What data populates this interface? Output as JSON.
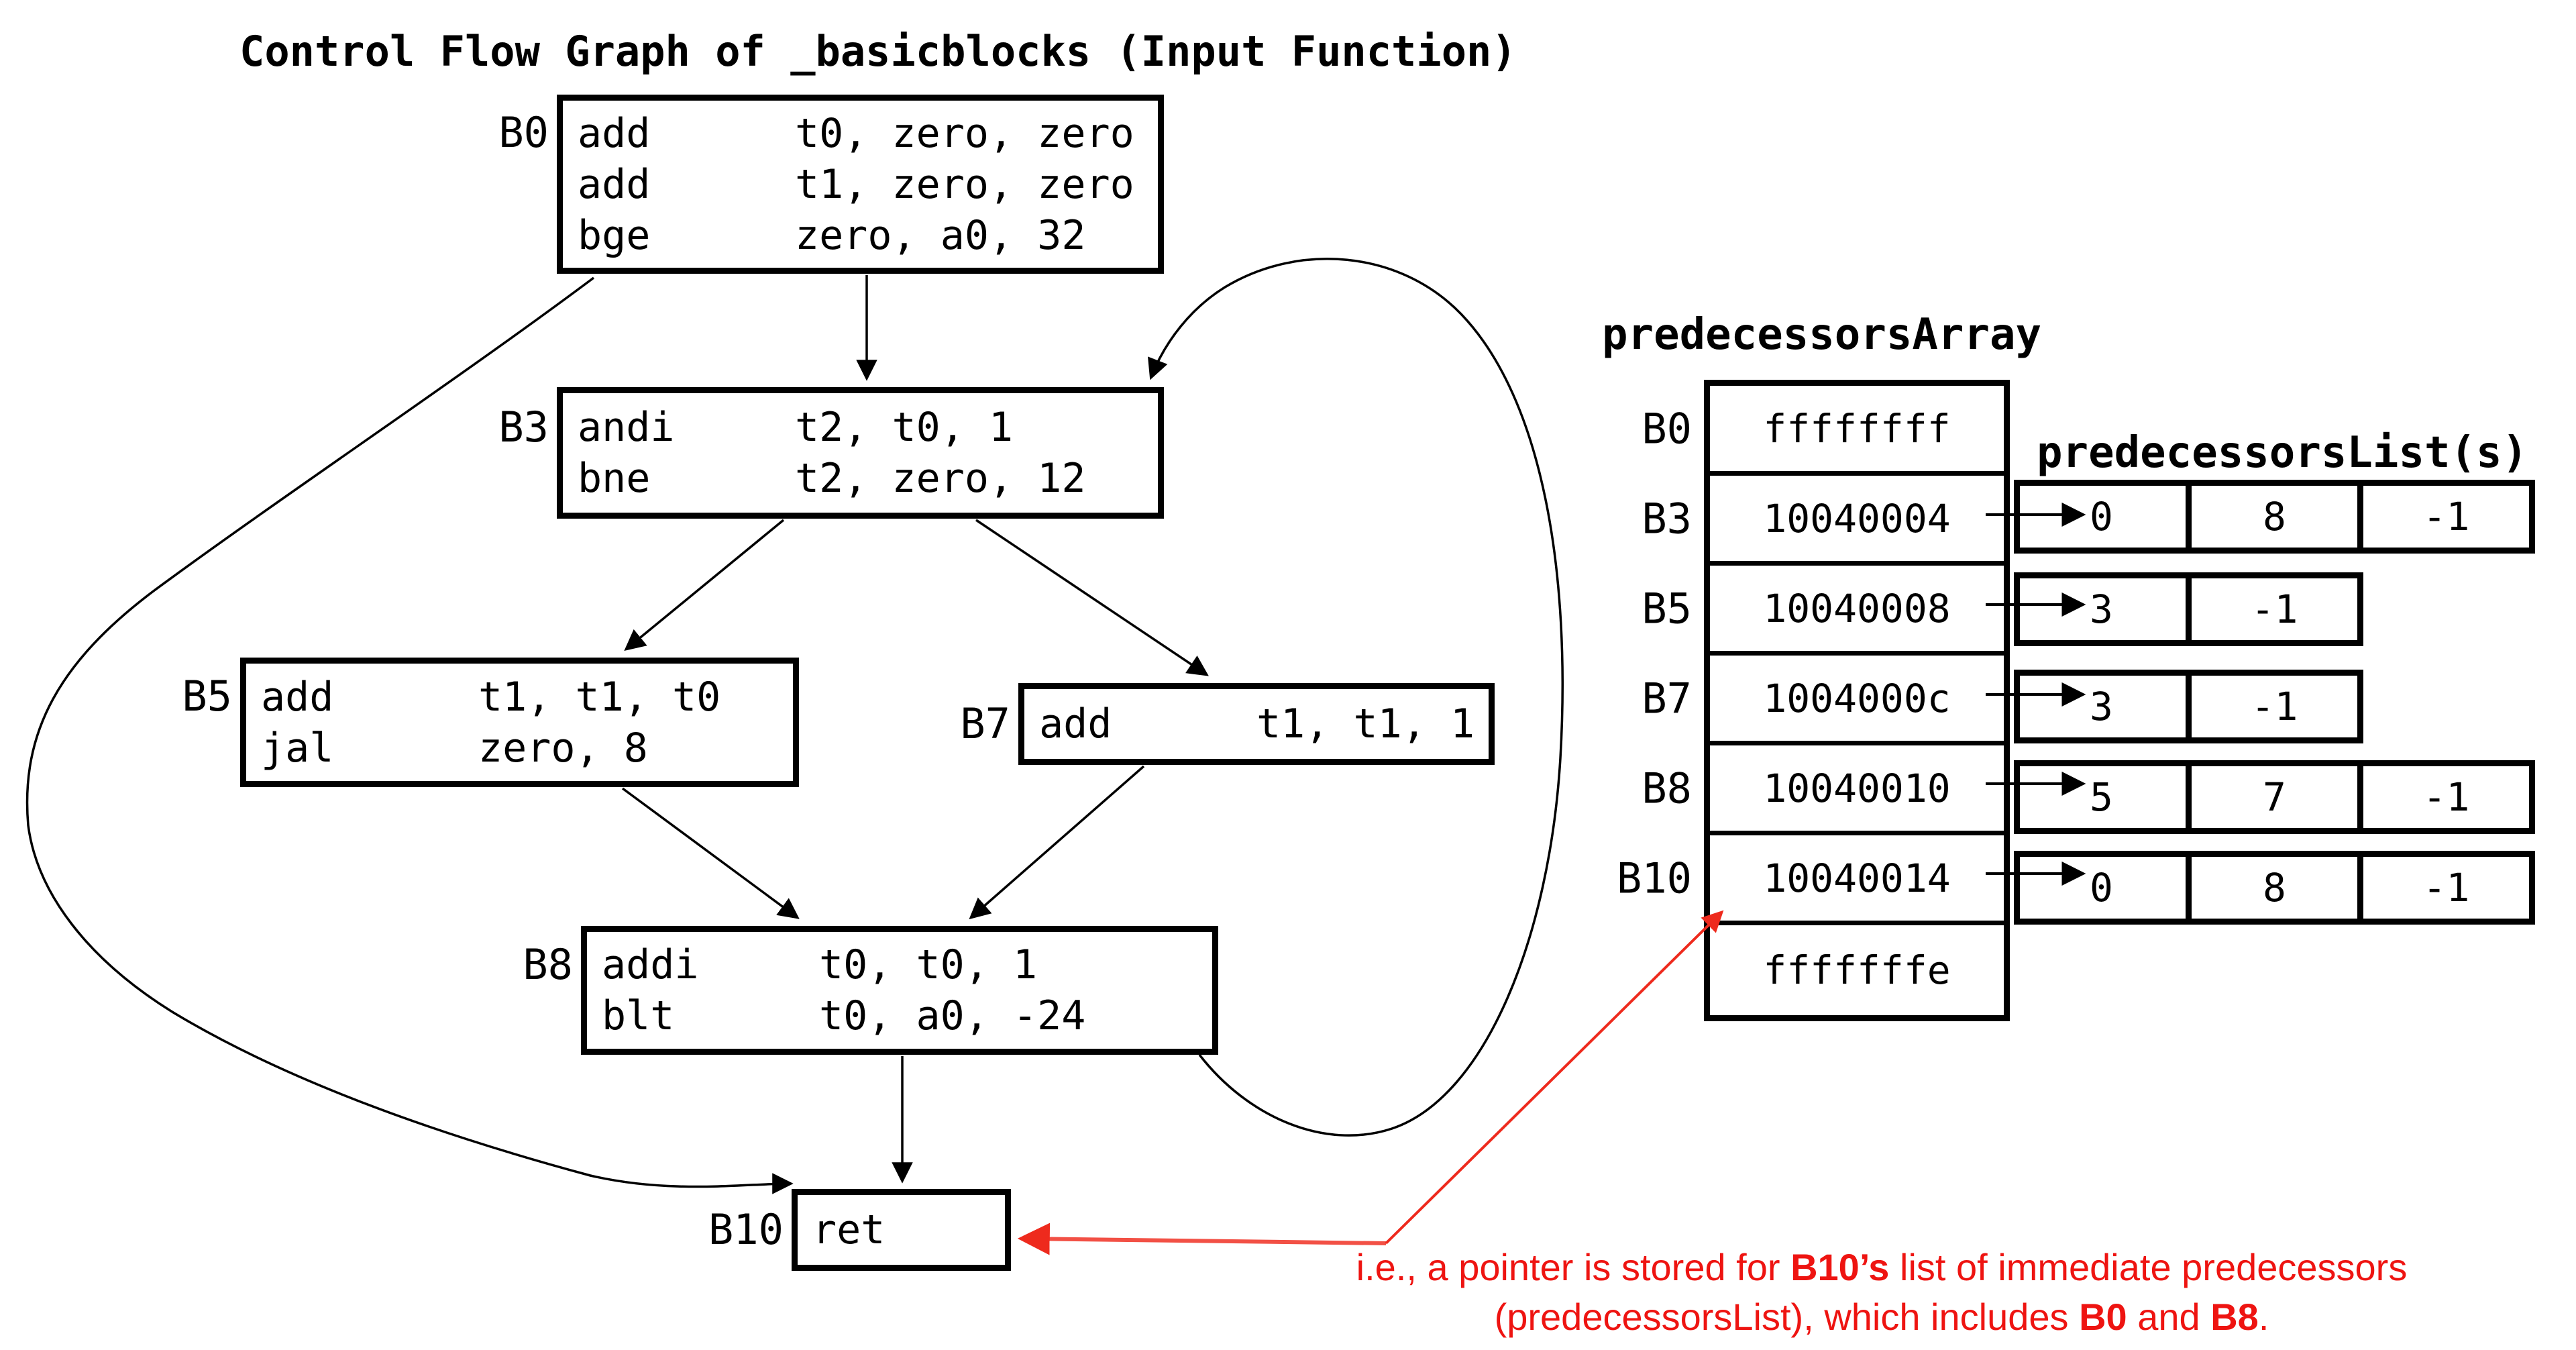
{
  "title": "Control Flow Graph of _basicblocks (Input Function)",
  "colors": {
    "background": "#ffffff",
    "ink": "#000000",
    "annotation_red": "#ee1411"
  },
  "cfg": {
    "blocks": [
      {
        "id": "B0",
        "label": "B0",
        "instructions": [
          {
            "mnemonic": "add",
            "operands": "t0, zero, zero"
          },
          {
            "mnemonic": "add",
            "operands": "t1, zero, zero"
          },
          {
            "mnemonic": "bge",
            "operands": "zero, a0, 32"
          }
        ]
      },
      {
        "id": "B3",
        "label": "B3",
        "instructions": [
          {
            "mnemonic": "andi",
            "operands": "t2, t0, 1"
          },
          {
            "mnemonic": "bne",
            "operands": "t2, zero, 12"
          }
        ]
      },
      {
        "id": "B5",
        "label": "B5",
        "instructions": [
          {
            "mnemonic": "add",
            "operands": "t1, t1, t0"
          },
          {
            "mnemonic": "jal",
            "operands": "zero, 8"
          }
        ]
      },
      {
        "id": "B7",
        "label": "B7",
        "instructions": [
          {
            "mnemonic": "add",
            "operands": "t1, t1, 1"
          }
        ]
      },
      {
        "id": "B8",
        "label": "B8",
        "instructions": [
          {
            "mnemonic": "addi",
            "operands": "t0, t0, 1"
          },
          {
            "mnemonic": "blt",
            "operands": "t0, a0, -24"
          }
        ]
      },
      {
        "id": "B10",
        "label": "B10",
        "instructions": [
          {
            "mnemonic": "ret",
            "operands": ""
          }
        ]
      }
    ],
    "edges": [
      {
        "from": "B0",
        "to": "B3"
      },
      {
        "from": "B0",
        "to": "B10"
      },
      {
        "from": "B3",
        "to": "B5"
      },
      {
        "from": "B3",
        "to": "B7"
      },
      {
        "from": "B5",
        "to": "B8"
      },
      {
        "from": "B7",
        "to": "B8"
      },
      {
        "from": "B8",
        "to": "B10"
      },
      {
        "from": "B8",
        "to": "B3"
      }
    ]
  },
  "predecessors_array": {
    "title": "predecessorsArray",
    "rows": [
      {
        "label": "B0",
        "value": "ffffffff"
      },
      {
        "label": "B3",
        "value": "10040004"
      },
      {
        "label": "B5",
        "value": "10040008"
      },
      {
        "label": "B7",
        "value": "1004000c"
      },
      {
        "label": "B8",
        "value": "10040010"
      },
      {
        "label": "B10",
        "value": "10040014"
      },
      {
        "label": "",
        "value": "fffffffe"
      }
    ]
  },
  "predecessors_lists": {
    "title": "predecessorsList(s)",
    "rows": [
      {
        "for": "B3",
        "values": [
          "0",
          "8",
          "-1"
        ]
      },
      {
        "for": "B5",
        "values": [
          "3",
          "-1"
        ]
      },
      {
        "for": "B7",
        "values": [
          "3",
          "-1"
        ]
      },
      {
        "for": "B8",
        "values": [
          "5",
          "7",
          "-1"
        ]
      },
      {
        "for": "B10",
        "values": [
          "0",
          "8",
          "-1"
        ]
      }
    ]
  },
  "annotation": {
    "line1_parts": [
      {
        "text": "i.e., a pointer is stored for ",
        "bold": false
      },
      {
        "text": "B10’s",
        "bold": true
      },
      {
        "text": " list of immediate predecessors",
        "bold": false
      }
    ],
    "line2_parts": [
      {
        "text": "(predecessorsList), which includes ",
        "bold": false
      },
      {
        "text": "B0",
        "bold": true
      },
      {
        "text": " and ",
        "bold": false
      },
      {
        "text": "B8",
        "bold": true
      },
      {
        "text": ".",
        "bold": false
      }
    ]
  }
}
